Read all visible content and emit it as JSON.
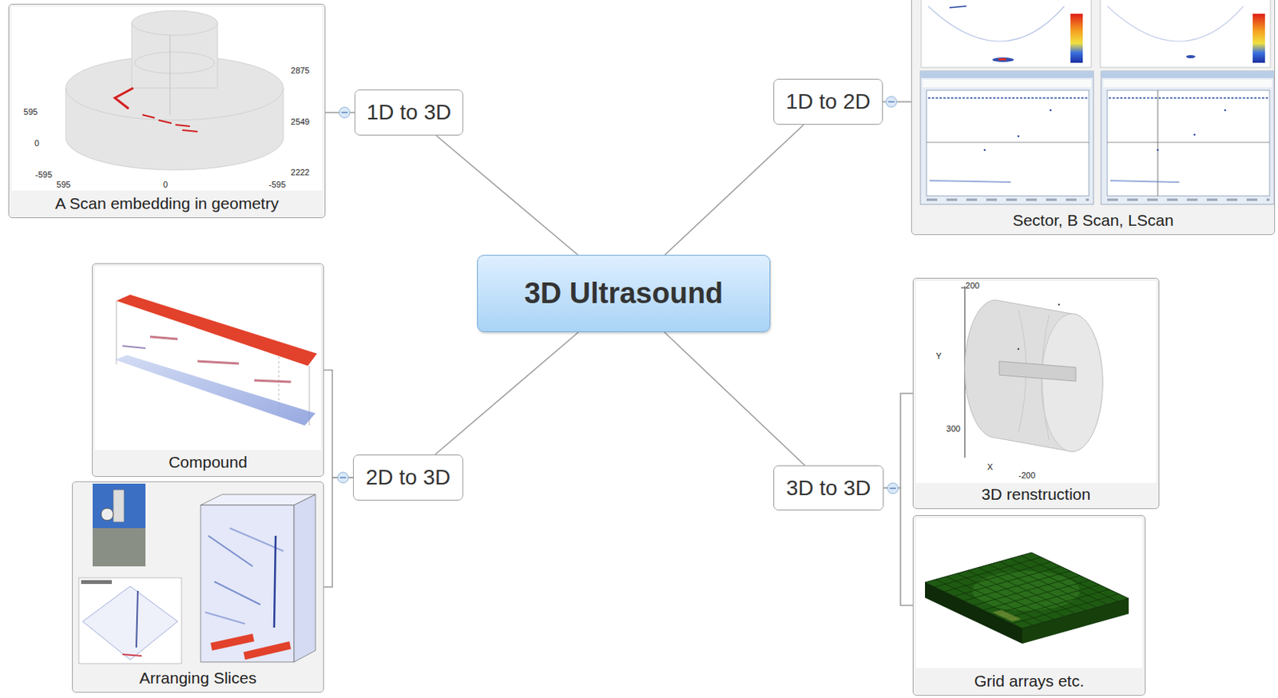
{
  "diagram": {
    "nodes": [
      {
        "text": [
          "3D Ultrasound"
        ]
      },
      {
        "text": [
          "1D to 3D"
        ]
      },
      {
        "text": [
          "A Scan embedding in geometry"
        ]
      },
      {
        "text": [
          "1D to 2D"
        ]
      },
      {
        "text": [
          "Sector, B Scan, LScan"
        ]
      },
      {
        "text": [
          "2D to 3D"
        ]
      },
      {
        "text": [
          "Compound"
        ]
      },
      {
        "text": [
          "Arranging Slices"
        ]
      },
      {
        "text": [
          "3D to 3D"
        ]
      },
      {
        "text": [
          "3D renstruction"
        ]
      },
      {
        "text": [
          "Grid arrays etc."
        ]
      }
    ],
    "edges": [
      {
        "from": 0,
        "to": 1,
        "arrow": "none"
      },
      {
        "from": 1,
        "to": 2,
        "arrow": "none"
      },
      {
        "from": 0,
        "to": 3,
        "arrow": "none"
      },
      {
        "from": 3,
        "to": 4,
        "arrow": "none"
      },
      {
        "from": 0,
        "to": 5,
        "arrow": "none"
      },
      {
        "from": 5,
        "to": 6,
        "arrow": "none"
      },
      {
        "from": 5,
        "to": 7,
        "arrow": "none"
      },
      {
        "from": 0,
        "to": 8,
        "arrow": "none"
      },
      {
        "from": 8,
        "to": 9,
        "arrow": "none"
      },
      {
        "from": 8,
        "to": 10,
        "arrow": "none"
      }
    ],
    "labels": [
      "595",
      "0",
      "-595",
      "595",
      "0",
      "-595",
      "2875",
      "2549",
      "2222",
      "200",
      "Y",
      "300",
      "X",
      "-200"
    ]
  }
}
